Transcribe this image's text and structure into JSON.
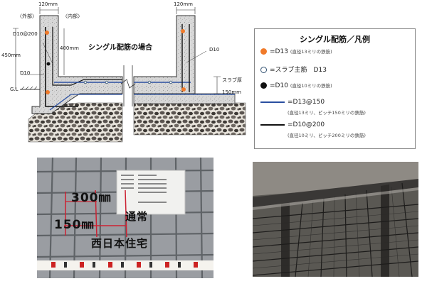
{
  "diagram": {
    "title": "シングル配筋の場合",
    "top_width_left": "120mm",
    "top_width_right": "120mm",
    "outer_label": "〈外部〉",
    "inner_label": "〈内部〉",
    "bar_d10_200": "D10@200",
    "height_450": "450mm",
    "height_400": "400mm",
    "d10_left": "D10",
    "d10_right": "D10",
    "gl": "G.L",
    "slab_thickness": "スラブ厚",
    "slab_150": "150mm"
  },
  "legend": {
    "title": "シングル配筋／凡例",
    "items": [
      {
        "main": "=D13",
        "sub": "(直径13ミリの鉄筋)",
        "color": "#f07a2a"
      },
      {
        "main": "=スラブ主筋　D13",
        "sub": "",
        "color": "#2f4f6f"
      },
      {
        "main": "=D10",
        "sub": "(直径10ミリの鉄筋)",
        "color": "#111111"
      },
      {
        "main": "=D13@150",
        "sub": "(直径13ミリ、ピッチ150ミリの鉄筋)",
        "color": "#2a4fa0"
      },
      {
        "main": "=D10@200",
        "sub": "(直径10ミリ、ピッチ200ミリの鉄筋)",
        "color": "#111111"
      }
    ]
  },
  "photo_left": {
    "label_300": "300㎜",
    "label_150": "150㎜",
    "label_normal": "通常",
    "label_company": "西日本住宅"
  }
}
